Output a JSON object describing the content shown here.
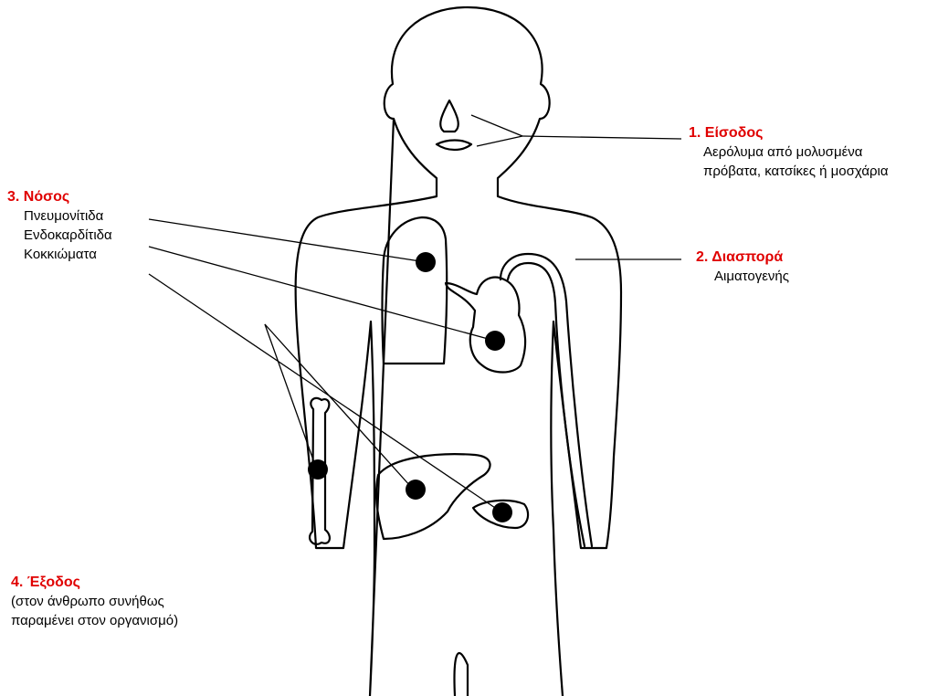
{
  "labels": {
    "entry": {
      "title": "1. Είσοδος",
      "lines": [
        "Αερόλυμα από μολυσμένα",
        "πρόβατα, κατσίκες ή μοσχάρια"
      ]
    },
    "spread": {
      "title": "2. Διασπορά",
      "lines": [
        "Αιματογενής"
      ]
    },
    "disease": {
      "title": "3. Νόσος",
      "lines": [
        "Πνευμονίτιδα",
        "Ενδοκαρδίτιδα",
        "Κοκκιώματα"
      ]
    },
    "exit": {
      "title": "4. Έξοδος",
      "lines": [
        "(στον άνθρωπο συνήθως",
        "παραμένει στον οργανισμό)"
      ]
    }
  },
  "colors": {
    "title": "#e00000",
    "text": "#000000",
    "outline": "#000000",
    "background": "#ffffff"
  }
}
